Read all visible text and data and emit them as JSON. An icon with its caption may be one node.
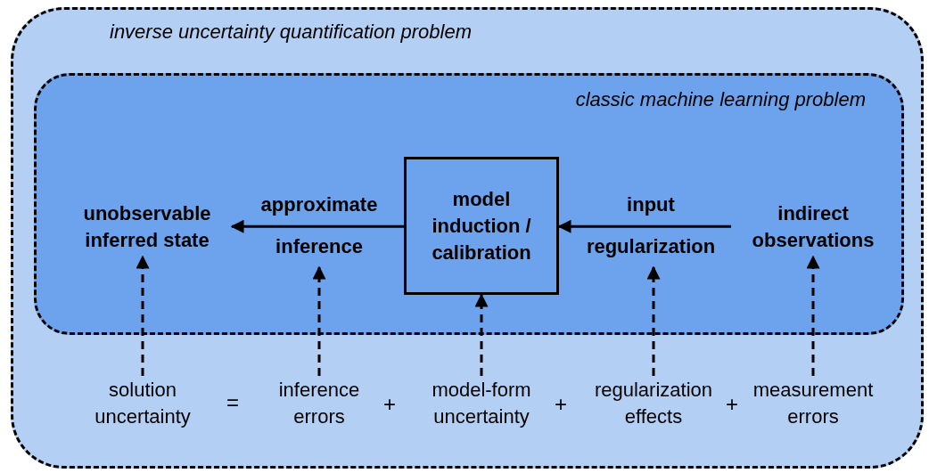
{
  "diagram": {
    "nodes": [
      {
        "text": [
          "inverse uncertainty quantification problem"
        ]
      },
      {
        "text": [
          "classic machine learning problem"
        ],
        "in": 0
      },
      {
        "text": [
          "unobservable inferred state"
        ],
        "in": 1
      },
      {
        "text": [
          "model induction / calibration"
        ],
        "in": 1
      },
      {
        "text": [
          "indirect observations"
        ],
        "in": 1
      },
      {
        "text": [
          "solution uncertainty"
        ],
        "in": 0
      },
      {
        "text": [
          "inference errors"
        ],
        "in": 0
      },
      {
        "text": [
          "model-form uncertainty"
        ],
        "in": 0
      },
      {
        "text": [
          "regularization effects"
        ],
        "in": 0
      },
      {
        "text": [
          "measurement errors"
        ],
        "in": 0
      }
    ],
    "edges": [
      {
        "from": 4,
        "to": 3,
        "arrow": "to",
        "label": "input regularization"
      },
      {
        "from": 3,
        "to": 2,
        "arrow": "to",
        "label": "approximate inference"
      },
      {
        "from": 5,
        "to": 2,
        "arrow": "to",
        "style": "dashed"
      },
      {
        "from": 6,
        "to": null,
        "arrow": "to",
        "style": "dashed"
      },
      {
        "from": 7,
        "to": 3,
        "arrow": "to",
        "style": "dashed"
      },
      {
        "from": 8,
        "to": null,
        "arrow": "to",
        "style": "dashed"
      },
      {
        "from": 9,
        "to": 4,
        "arrow": "to",
        "style": "dashed"
      }
    ],
    "labels": [
      "=",
      "+",
      "+",
      "+"
    ]
  }
}
